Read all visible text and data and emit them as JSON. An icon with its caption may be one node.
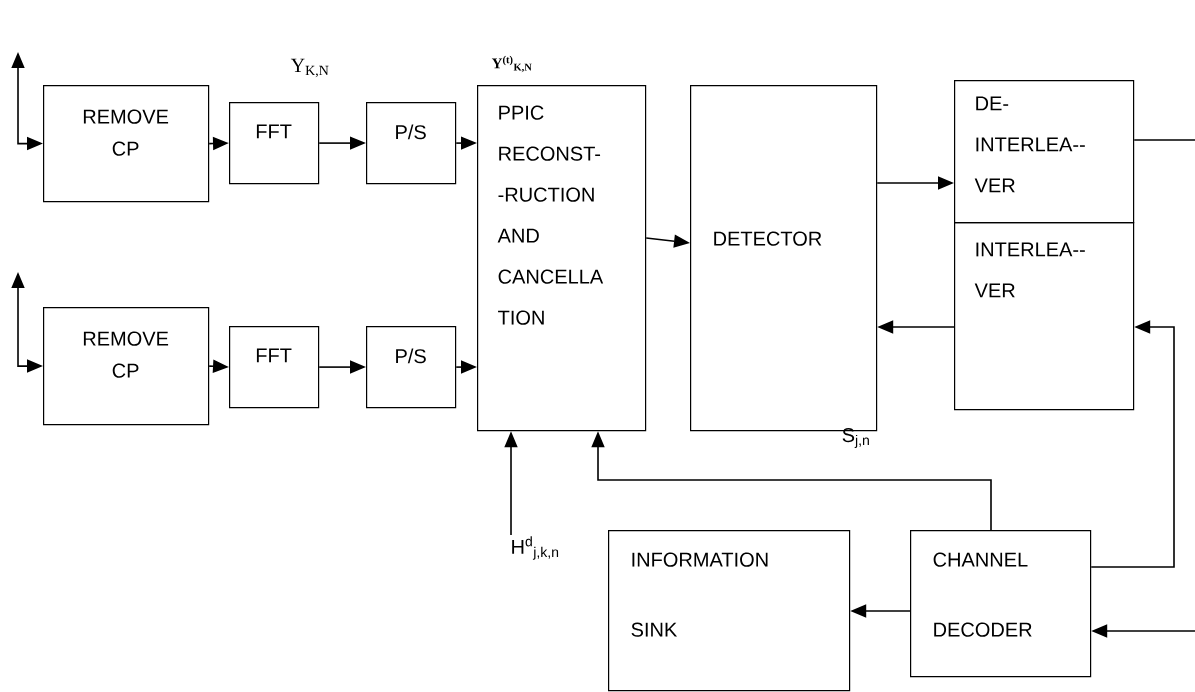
{
  "diagram": {
    "nodes": [
      {
        "text": [
          "REMOVE CP"
        ]
      },
      {
        "text": [
          "FFT"
        ]
      },
      {
        "text": [
          "P/S"
        ]
      },
      {
        "text": [
          "PPIC RECONST- -RUCTION AND CANCELLA TION"
        ]
      },
      {
        "text": [
          "DETECTOR"
        ]
      },
      {
        "text": [
          "DE- INTERLEA-- VER"
        ]
      },
      {
        "text": [
          "INTERLEA-- VER"
        ]
      },
      {
        "text": [
          "REMOVE CP"
        ]
      },
      {
        "text": [
          "FFT"
        ]
      },
      {
        "text": [
          "P/S"
        ]
      },
      {
        "text": [
          "INFORMATION SINK"
        ]
      },
      {
        "text": [
          "CHANNEL DECODER"
        ]
      },
      {
        "text": [
          "H$^{d}$$_{j,k,n}$"
        ]
      }
    ],
    "edges": [
      {
        "from": null,
        "to": 0,
        "arrow": "both"
      },
      {
        "from": 0,
        "to": 1,
        "arrow": "to"
      },
      {
        "from": 1,
        "to": 2,
        "arrow": "to"
      },
      {
        "from": 2,
        "to": 3,
        "arrow": "to"
      },
      {
        "from": null,
        "to": 7,
        "arrow": "both"
      },
      {
        "from": 7,
        "to": 8,
        "arrow": "to"
      },
      {
        "from": 8,
        "to": 9,
        "arrow": "to"
      },
      {
        "from": 9,
        "to": 3,
        "arrow": "to"
      },
      {
        "from": 3,
        "to": 4,
        "arrow": "to"
      },
      {
        "from": 4,
        "to": 5,
        "arrow": "to"
      },
      {
        "from": 6,
        "to": 4,
        "arrow": "to"
      },
      {
        "from": 5,
        "to": null,
        "arrow": "none"
      },
      {
        "from": null,
        "to": 11,
        "arrow": "to"
      },
      {
        "from": 11,
        "to": 6,
        "arrow": "to"
      },
      {
        "from": 11,
        "to": 3,
        "arrow": "to"
      },
      {
        "from": 11,
        "to": 10,
        "arrow": "to"
      },
      {
        "from": 12,
        "to": 3,
        "arrow": "to"
      }
    ],
    "labels": [
      "Y$_{K,N}$",
      "Y$^{(t)}$$_{K,N}$",
      "S$_{j,n}$"
    ]
  }
}
